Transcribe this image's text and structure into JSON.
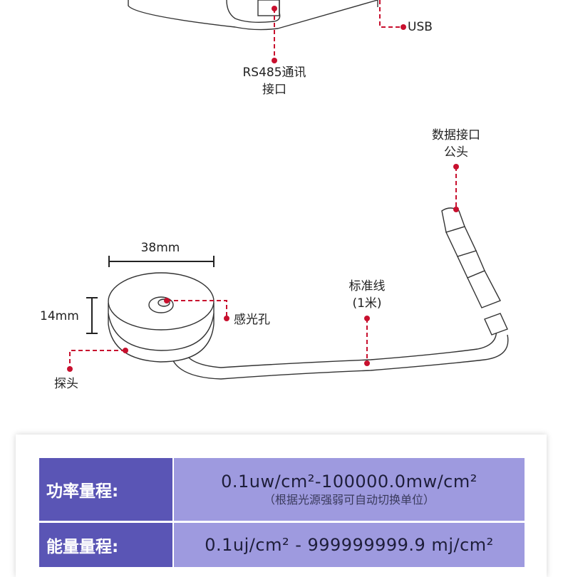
{
  "diagram": {
    "usb_label": "USB",
    "rs485_label_line1": "RS485通讯",
    "rs485_label_line2": "接口",
    "connector_label_line1": "数据接口",
    "connector_label_line2": "公头",
    "width_label": "38mm",
    "height_label": "14mm",
    "hole_label": "感光孔",
    "cable_label_line1": "标准线",
    "cable_label_line2": "(1米)",
    "probe_label": "探头"
  },
  "spec_table": {
    "rows": [
      {
        "label": "功率量程:",
        "value": "0.1uw/cm²-100000.0mw/cm²",
        "note": "（根据光源强弱可自动切换单位）"
      },
      {
        "label": "能量量程:",
        "value": "0.1uj/cm² - 999999999.9 mj/cm²"
      }
    ]
  },
  "colors": {
    "accent_red": "#c8102e",
    "label_cell": "#5a55b5",
    "value_cell": "#9e9adf"
  }
}
